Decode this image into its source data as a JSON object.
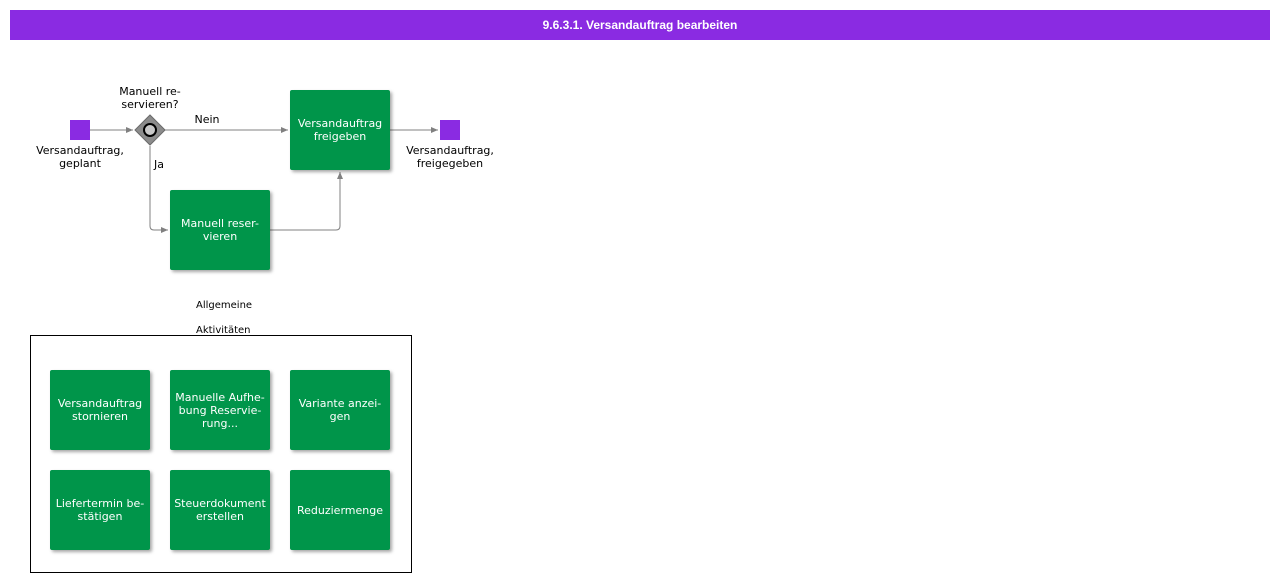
{
  "header": {
    "title": "9.6.3.1. Versandauftrag bearbeiten"
  },
  "process": {
    "start_event": "Versandauftrag,\ngeplant",
    "gateway_question": "Manuell  re-\nservieren?",
    "branch_no": "Nein",
    "branch_yes": "Ja",
    "task_release": "Versandauftrag\nfreigeben",
    "task_reserve": "Manuell reser-\nvieren",
    "end_event": "Versandauftrag,\nfreigegeben"
  },
  "general_activities": {
    "label_line1": "Allgemeine",
    "label_line2": "Aktivitäten",
    "items": [
      "Versandauftrag\nstornieren",
      "Manuelle Aufhe-\nbung Reservie-\nrung...",
      "Variante anzei-\ngen",
      "Liefertermin be-\nstätigen",
      "Steuerdokument\nerstellen",
      "Reduziermenge"
    ]
  },
  "colors": {
    "header": "#8a2be2",
    "event": "#8a2be2",
    "task": "#00954a",
    "connector": "#808080",
    "gateway": "#8c8c8c"
  }
}
